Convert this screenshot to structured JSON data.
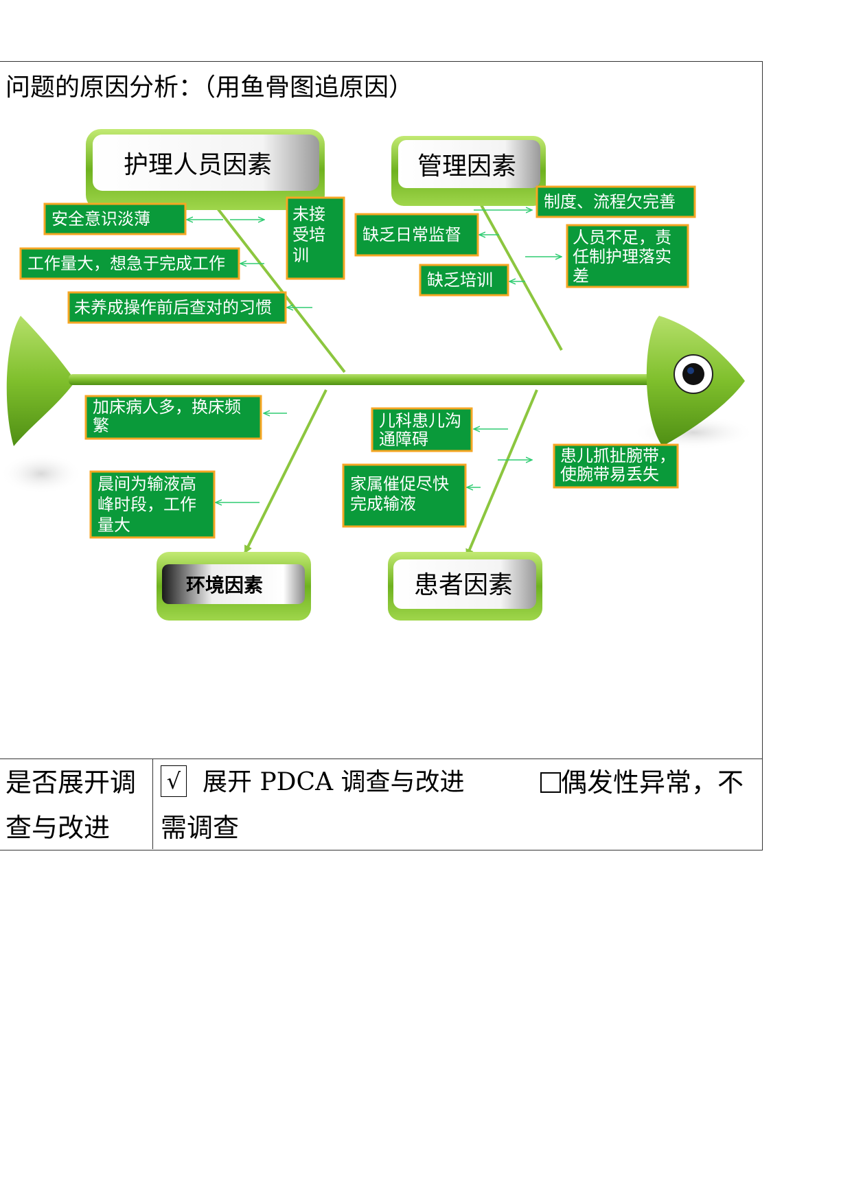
{
  "heading": "问题的原因分析：（用鱼骨图追原因）",
  "categories": {
    "nursing": "护理人员因素",
    "management": "管理因素",
    "environment": "环境因素",
    "patient": "患者因素"
  },
  "causes": {
    "safety_awareness": "安全意识淡薄",
    "workload_rush": "工作量大，想急于完成工作",
    "no_check_habit": "未养成操作前后查对的习惯",
    "untrained": [
      "未接",
      "受培",
      "训"
    ],
    "system_process": "制度、流程欠完善",
    "lack_supervision": "缺乏日常监督",
    "staff_shortage": [
      "人员不足，责",
      "任制护理落实",
      "差"
    ],
    "lack_training": "缺乏培训",
    "extra_beds": [
      "加床病人多，换床频",
      "繁"
    ],
    "morning_peak": [
      "晨间为输液高",
      "峰时段，工作",
      "量大"
    ],
    "child_communication": [
      "儿科患儿沟",
      "通障碍"
    ],
    "family_urge": [
      "家属催促尽快",
      "完成输液"
    ],
    "wristband_loss": [
      "患儿抓扯腕带，",
      "使腕带易丢失"
    ]
  },
  "decision": {
    "label_line1": "是否展开调",
    "label_line2": "查与改进",
    "check_mark": "√",
    "option_pdca": "展开 PDCA 调查与改进",
    "option_occasional": "偶发性异常，不",
    "option_occasional_cont": "需调查"
  },
  "colors": {
    "fish_green": "#8cc63f",
    "fish_dark": "#5a9a1e",
    "box_green": "#0a9a3a",
    "box_border": "#f5a623",
    "arrow_green": "#2ecc71"
  }
}
